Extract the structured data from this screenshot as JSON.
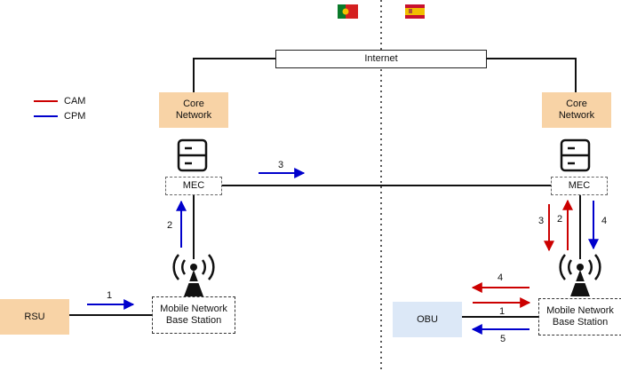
{
  "internet_label": "Internet",
  "left": {
    "core_label": "Core\nNetwork",
    "mec_label": "MEC",
    "base_label": "Mobile Network\nBase Station",
    "device_label": "RSU"
  },
  "right": {
    "core_label": "Core\nNetwork",
    "mec_label": "MEC",
    "base_label": "Mobile Network\nBase Station",
    "device_label": "OBU"
  },
  "legend": [
    {
      "label": "CAM",
      "color": "#cc0000"
    },
    {
      "label": "CPM",
      "color": "#0000cc"
    }
  ],
  "arrow_labels": {
    "rsu_to_base": "1",
    "base_to_mec_left": "2",
    "mec_to_mec": "3",
    "right_mec_down_red": "3",
    "right_base_up_red": "2",
    "right_mec_down_blue": "4",
    "base_to_obu_red": "4",
    "obu_to_base_red": "1",
    "base_to_obu_blue": "5"
  },
  "flags": {
    "left": "portugal-flag",
    "right": "spain-flag"
  },
  "colors": {
    "cam": "#cc0000",
    "cpm": "#0000cc",
    "orange_box": "#f8d3a6",
    "blue_box": "#dce8f7"
  }
}
